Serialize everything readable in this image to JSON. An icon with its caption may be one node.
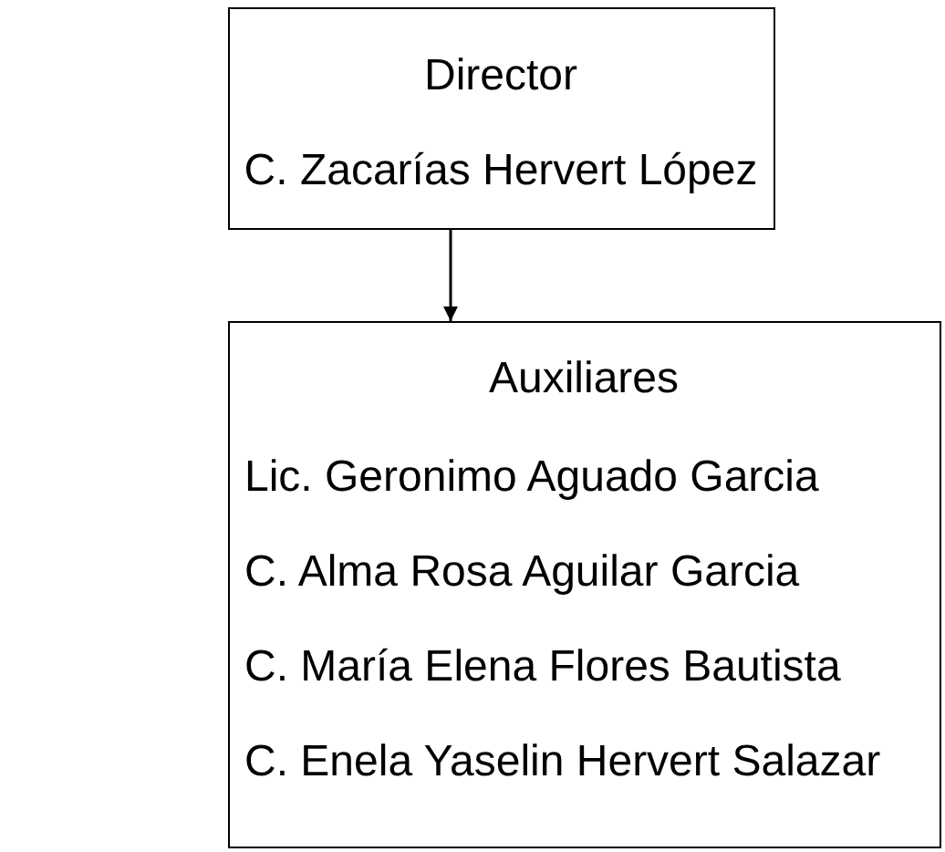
{
  "diagram": {
    "nodes": [
      {
        "text": [
          "Director",
          "C. Zacarías Hervert López"
        ]
      },
      {
        "text": [
          "Auxiliares",
          "Lic. Geronimo Aguado Garcia",
          "C. Alma Rosa Aguilar Garcia",
          "C. María Elena Flores Bautista",
          "C. Enela Yaselin Hervert Salazar"
        ]
      }
    ],
    "edges": [
      {
        "from": 0,
        "to": 1,
        "arrow": "to"
      }
    ]
  }
}
